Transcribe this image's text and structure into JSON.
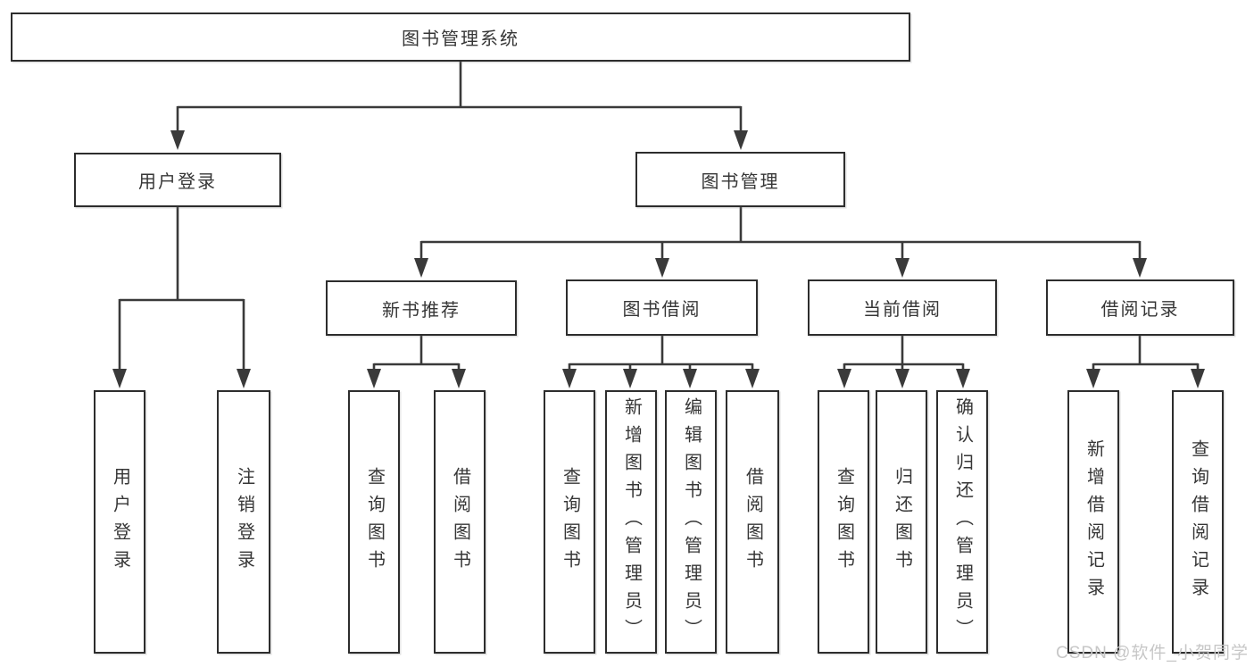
{
  "watermark": "CSDN @软件_小贺同学",
  "colors": {
    "line": "#3a3a3a",
    "border": "#2d2d2d",
    "text": "#363636",
    "background": "#ffffff",
    "watermark": "#c7c7c7"
  },
  "tree": {
    "root": {
      "label": "图书管理系统",
      "children": [
        {
          "label": "用户登录",
          "children": [
            {
              "label": "用户登录"
            },
            {
              "label": "注销登录"
            }
          ]
        },
        {
          "label": "图书管理",
          "children": [
            {
              "label": "新书推荐",
              "children": [
                {
                  "label": "查询图书"
                },
                {
                  "label": "借阅图书"
                }
              ]
            },
            {
              "label": "图书借阅",
              "children": [
                {
                  "label": "查询图书"
                },
                {
                  "label": "新增图书（管理员）"
                },
                {
                  "label": "编辑图书（管理员）"
                },
                {
                  "label": "借阅图书"
                }
              ]
            },
            {
              "label": "当前借阅",
              "children": [
                {
                  "label": "查询图书"
                },
                {
                  "label": "归还图书"
                },
                {
                  "label": "确认归还（管理员）"
                }
              ]
            },
            {
              "label": "借阅记录",
              "children": [
                {
                  "label": "新增借阅记录"
                },
                {
                  "label": "查询借阅记录"
                }
              ]
            }
          ]
        }
      ]
    }
  }
}
